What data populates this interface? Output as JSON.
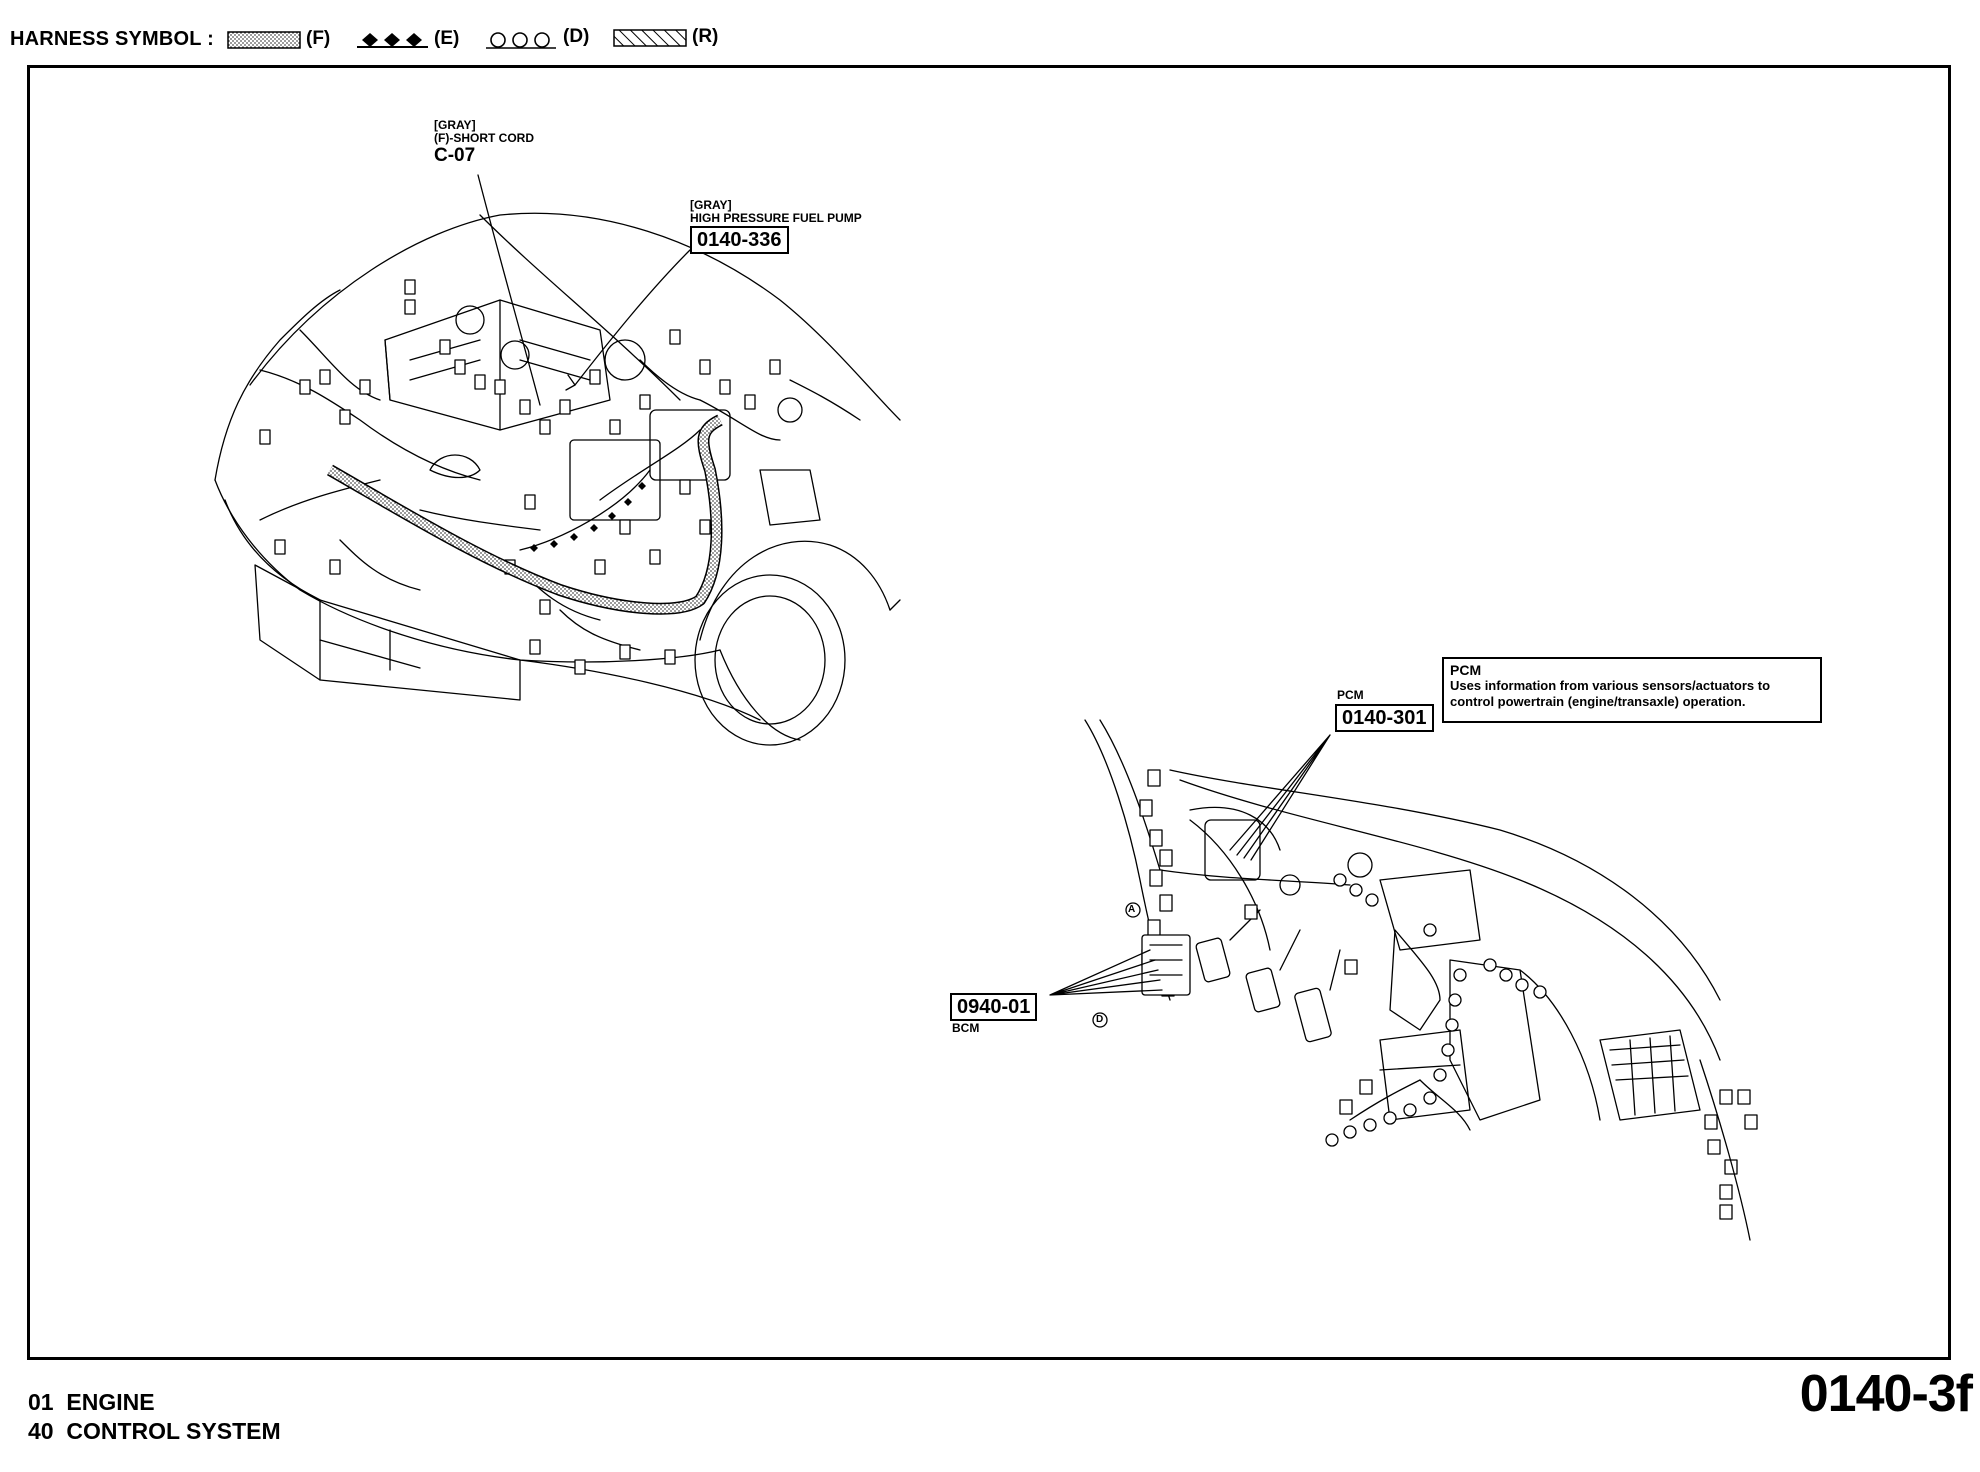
{
  "header": {
    "title": "HARNESS SYMBOL :",
    "symbols": [
      {
        "pattern": "dotted-fill",
        "label": "(F)"
      },
      {
        "pattern": "diamonds",
        "label": "(E)"
      },
      {
        "pattern": "circles",
        "label": "(D)"
      },
      {
        "pattern": "hatched",
        "label": "(R)"
      }
    ]
  },
  "engine_view": {
    "c07": {
      "color": "[GRAY]",
      "desc": "(F)-SHORT CORD",
      "code": "C-07"
    },
    "fuel_pump": {
      "color": "[GRAY]",
      "desc": "HIGH PRESSURE FUEL PUMP",
      "code": "0140-336"
    }
  },
  "dash_view": {
    "pcm": {
      "label": "PCM",
      "code": "0140-301"
    },
    "pcm_info": {
      "title": "PCM",
      "line1": "Uses information from various sensors/actuators to",
      "line2": "control powertrain (engine/transaxle) operation."
    },
    "bcm": {
      "code": "0940-01",
      "label": "BCM"
    },
    "marker_a": "A",
    "marker_d": "D"
  },
  "footer": {
    "line1_num": "01",
    "line1_text": "ENGINE",
    "line2_num": "40",
    "line2_text": "CONTROL SYSTEM",
    "page_code": "0140-3f"
  },
  "colors": {
    "ink": "#000000",
    "paper": "#ffffff",
    "harness_fill": "#c8c8c8"
  }
}
